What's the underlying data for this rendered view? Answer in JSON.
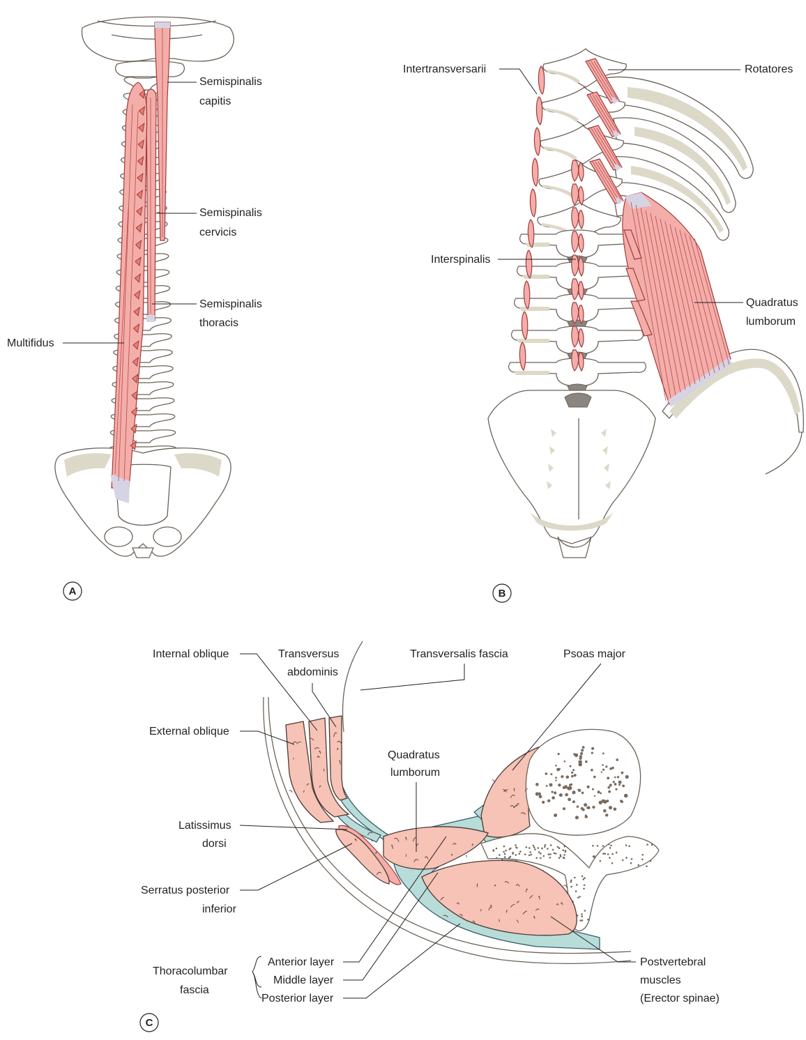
{
  "panels": {
    "a": {
      "letter": "A",
      "labels": {
        "semispinalis_capitis": [
          "Semispinalis",
          "capitis"
        ],
        "semispinalis_cervicis": [
          "Semispinalis",
          "cervicis"
        ],
        "semispinalis_thoracis": [
          "Semispinalis",
          "thoracis"
        ],
        "multifidus": "Multifidus"
      }
    },
    "b": {
      "letter": "B",
      "labels": {
        "intertransversarii": "Intertransversarii",
        "rotatores": "Rotatores",
        "interspinalis": "Interspinalis",
        "quadratus_lumborum": [
          "Quadratus",
          "lumborum"
        ]
      }
    },
    "c": {
      "letter": "C",
      "labels": {
        "internal_oblique": "Internal oblique",
        "transversus_abdominis": [
          "Transversus",
          "abdominis"
        ],
        "transversalis_fascia": "Transversalis fascia",
        "psoas_major": "Psoas major",
        "external_oblique": "External oblique",
        "quadratus_lumborum": [
          "Quadratus",
          "lumborum"
        ],
        "latissimus_dorsi": [
          "Latissimus",
          "dorsi"
        ],
        "serratus_posterior_inferior": [
          "Serratus posterior",
          "inferior"
        ],
        "thoracolumbar_fascia": [
          "Thoracolumbar",
          "fascia"
        ],
        "anterior_layer": "Anterior layer",
        "middle_layer": "Middle layer",
        "posterior_layer": "Posterior layer",
        "postvertebral_muscles": [
          "Postvertebral",
          "muscles",
          "(Erector spinae)"
        ]
      }
    }
  },
  "colors": {
    "muscle": "#f4aeaa",
    "muscle_outline": "#a03a3a",
    "fascia": "#b8dcd8",
    "bone_shade": "#ddd9c8",
    "tendon": "#d6d4e4",
    "text": "#231f20"
  }
}
